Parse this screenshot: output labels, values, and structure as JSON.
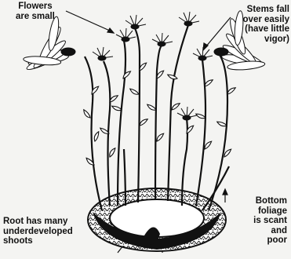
{
  "labels": {
    "flowers": [
      "Flowers",
      "are small"
    ],
    "stems": [
      "Stems fall",
      "over easily",
      "(have little",
      "vigor)"
    ],
    "root": [
      "Root has many",
      "underdeveloped",
      "shoots"
    ],
    "bottom": [
      "Bottom",
      "foliage",
      "is scant",
      "and",
      "poor"
    ]
  },
  "colors": {
    "ink": "#111111",
    "paper": "#f4f4f2"
  }
}
